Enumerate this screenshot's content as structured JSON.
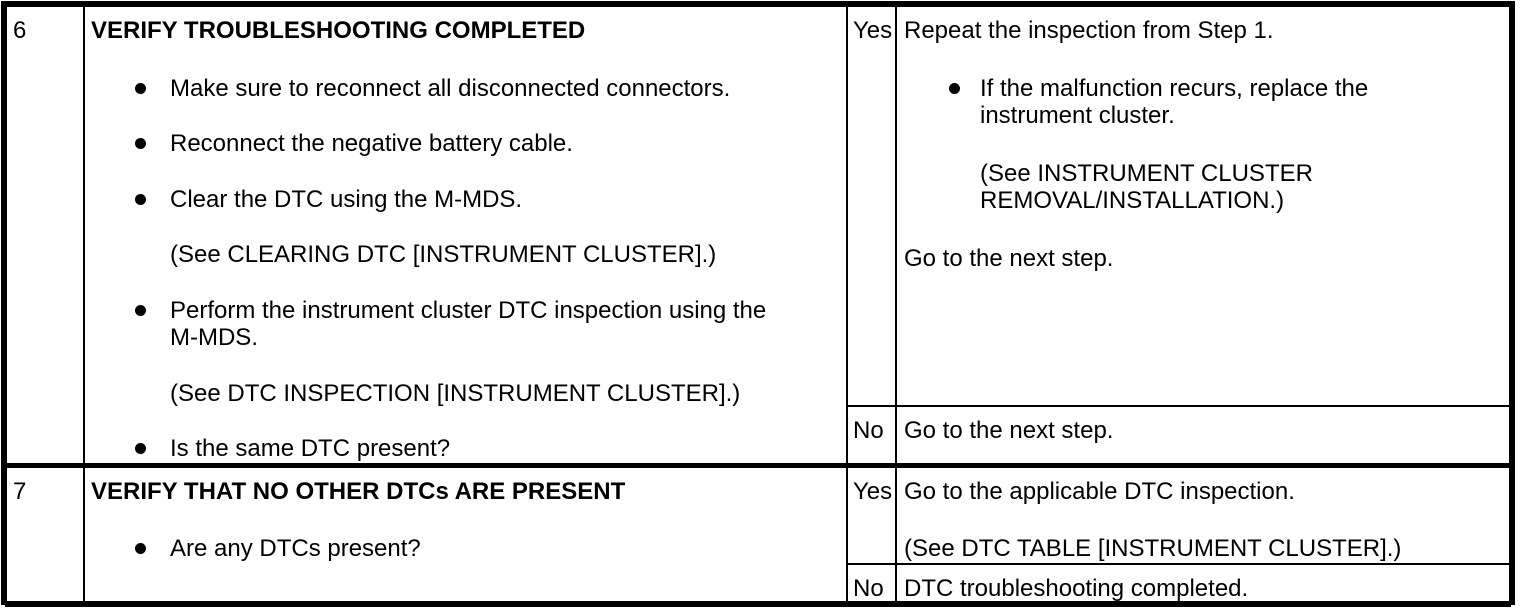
{
  "meta": {
    "description": "DTC troubleshooting diagnostic inspection table, steps 6-7",
    "colors": {
      "background": "#ffffff",
      "border": "#000000",
      "text": "#000000"
    }
  },
  "steps": [
    {
      "number": "6",
      "action": {
        "title": "VERIFY TROUBLESHOOTING COMPLETED",
        "items": [
          {
            "bullet": "Make sure to reconnect all disconnected connectors."
          },
          {
            "bullet": "Reconnect the negative battery cable."
          },
          {
            "bullet": "Clear the DTC using the M-MDS.",
            "note": "(See CLEARING DTC [INSTRUMENT CLUSTER].)"
          },
          {
            "bullet": "Perform the instrument cluster DTC inspection using the M-MDS.",
            "note": "(See DTC INSPECTION [INSTRUMENT CLUSTER].)"
          },
          {
            "bullet": "Is the same DTC present?"
          }
        ]
      },
      "yes": {
        "label": "Yes",
        "result": {
          "intro": "Repeat the inspection from Step 1.",
          "bullet": "If the malfunction recurs, replace the instrument cluster.",
          "note": "(See INSTRUMENT CLUSTER REMOVAL/INSTALLATION.)",
          "outro": "Go to the next step."
        }
      },
      "no": {
        "label": "No",
        "result": {
          "intro": "Go to the next step."
        }
      }
    },
    {
      "number": "7",
      "action": {
        "title": "VERIFY THAT NO OTHER DTCs ARE PRESENT",
        "items": [
          {
            "bullet": "Are any DTCs present?"
          }
        ]
      },
      "yes": {
        "label": "Yes",
        "result": {
          "intro": "Go to the applicable DTC inspection.",
          "note": "(See DTC TABLE [INSTRUMENT CLUSTER].)"
        }
      },
      "no": {
        "label": "No",
        "result": {
          "intro": "DTC troubleshooting completed."
        }
      }
    }
  ]
}
